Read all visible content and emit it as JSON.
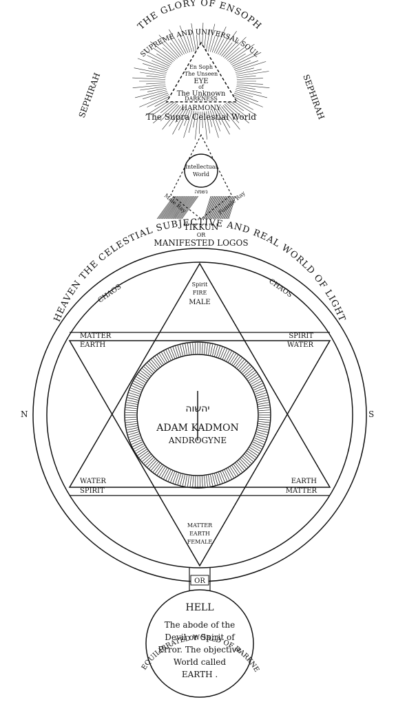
{
  "top_arc": "THE GLORY OF ENSOPH",
  "soul_arc": "SUPREME AND UNIVERSAL SOUL",
  "sephirah_left": "SEPHIRAH",
  "sephirah_right": "SEPHIRAH",
  "triangle_lines": [
    "En Soph",
    "The Unseen",
    "EYE",
    "of",
    "The Unknown",
    "DARKNESS"
  ],
  "harmony": "HARMONY",
  "supra_world": "The Supra Celestial World",
  "intellectual_world": [
    "Intellectual",
    "World"
  ],
  "hebrew_small": "נשמה",
  "ray_left": "Male Ray",
  "ray_right": "Female Ray",
  "tikkun": "TIKKUN",
  "tikkun_or": "OR",
  "logos": "MANIFESTED LOGOS",
  "heaven_arc": "HEAVEN THE CELESTIAL SUBJECTIVE AND REAL WORLD OF LIGHT",
  "chaos_left": "CHAOS",
  "chaos_right": "CHAOS",
  "north": "N",
  "south": "S",
  "top_point": [
    "Spirit",
    "FIRE",
    "MALE"
  ],
  "left_upper": [
    "MATTER",
    "EARTH"
  ],
  "right_upper": [
    "SPIRIT",
    "WATER"
  ],
  "left_lower": [
    "WATER",
    "SPIRIT"
  ],
  "right_lower": [
    "EARTH",
    "MATTER"
  ],
  "bottom_point": [
    "MATTER",
    "EARTH",
    "FEMALE"
  ],
  "hebrew_name": "יהשוה",
  "adam_kadmon": "ADAM KADMON",
  "androgyne": "ANDROGYNE",
  "or_box": "OR",
  "darkness_arc": "UNEQUILIBRATED WORLD OF DARKNESS",
  "hell": "HELL",
  "hell_lines": [
    "The abode of the",
    "Devil or Spirit of",
    "Error. The objective",
    "World called",
    "EARTH ."
  ]
}
